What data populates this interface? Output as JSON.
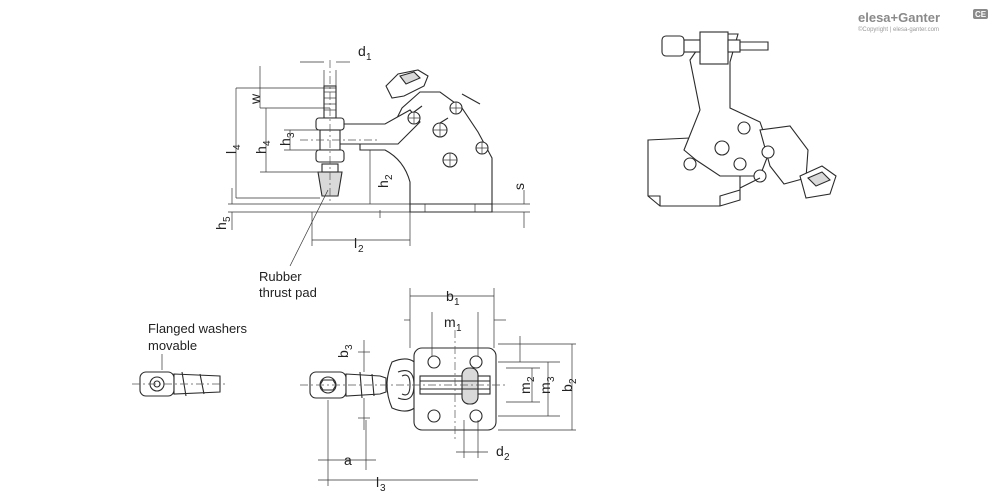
{
  "brand": {
    "logo_text": "elesa+Ganter",
    "copyright": "©Copyright | elesa-ganter.com",
    "badge": "CE"
  },
  "notes": {
    "rubber_line1": "Rubber",
    "rubber_line2": "thrust pad",
    "washers_line1": "Flanged washers",
    "washers_line2": "movable"
  },
  "dimensions": {
    "d1": {
      "main": "d",
      "sub": "1"
    },
    "w": {
      "main": "w",
      "sub": ""
    },
    "l4": {
      "main": "l",
      "sub": "4"
    },
    "h4": {
      "main": "h",
      "sub": "4"
    },
    "h3": {
      "main": "h",
      "sub": "3"
    },
    "h2": {
      "main": "h",
      "sub": "2"
    },
    "s": {
      "main": "s",
      "sub": ""
    },
    "h5": {
      "main": "h",
      "sub": "5"
    },
    "l2": {
      "main": "l",
      "sub": "2"
    },
    "b1": {
      "main": "b",
      "sub": "1"
    },
    "m1": {
      "main": "m",
      "sub": "1"
    },
    "b3": {
      "main": "b",
      "sub": "3"
    },
    "m2": {
      "main": "m",
      "sub": "2"
    },
    "m3": {
      "main": "m",
      "sub": "3"
    },
    "b2": {
      "main": "b",
      "sub": "2"
    },
    "d2": {
      "main": "d",
      "sub": "2"
    },
    "a": {
      "main": "a",
      "sub": ""
    },
    "l3": {
      "main": "l",
      "sub": "3"
    }
  },
  "colors": {
    "line": "#2b2b2b",
    "fill_grey": "#d9d9d9",
    "brand_grey": "#8a8a8a"
  }
}
